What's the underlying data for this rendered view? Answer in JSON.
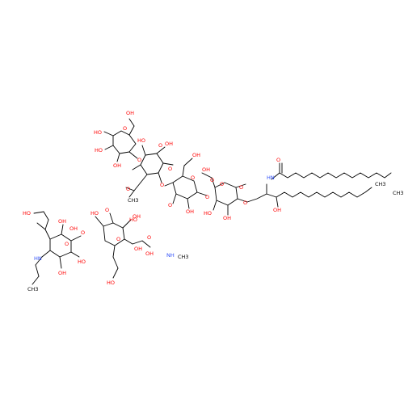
{
  "colors": {
    "background": "#ffffff",
    "bond": "#000000",
    "oxygen": "#ff0000",
    "nitrogen": "#3050f8",
    "carbon": "#000000"
  },
  "labels": [
    {
      "text": "OH",
      "element": "O"
    },
    {
      "text": "HO",
      "element": "O"
    },
    {
      "text": "HO",
      "element": "O"
    },
    {
      "text": "OH",
      "element": "O"
    },
    {
      "text": "HO",
      "element": "O"
    },
    {
      "text": "O",
      "element": "O"
    },
    {
      "text": "O",
      "element": "O"
    },
    {
      "text": "OH",
      "element": "O"
    },
    {
      "text": "O",
      "element": "O"
    },
    {
      "text": "OH",
      "element": "O"
    },
    {
      "text": "O",
      "element": "O"
    },
    {
      "text": "O",
      "element": "O"
    },
    {
      "text": "O",
      "element": "O"
    },
    {
      "text": "OH",
      "element": "O"
    },
    {
      "text": "O",
      "element": "O"
    },
    {
      "text": "O",
      "element": "O"
    },
    {
      "text": "O",
      "element": "O"
    },
    {
      "text": "OH",
      "element": "O"
    },
    {
      "text": "OH",
      "element": "O"
    },
    {
      "text": "HO",
      "element": "O"
    },
    {
      "text": "HO",
      "element": "O"
    },
    {
      "text": "O",
      "element": "O"
    },
    {
      "text": "O",
      "element": "O"
    },
    {
      "text": "O",
      "element": "O"
    },
    {
      "text": "O",
      "element": "O"
    },
    {
      "text": "O",
      "element": "O"
    },
    {
      "text": "HN",
      "element": "N"
    },
    {
      "text": "OH",
      "element": "O"
    },
    {
      "text": "O",
      "element": "O"
    },
    {
      "text": "HO",
      "element": "O"
    },
    {
      "text": "O",
      "element": "O"
    },
    {
      "text": "OH",
      "element": "O"
    },
    {
      "text": "O",
      "element": "O"
    },
    {
      "text": "OH",
      "element": "O"
    },
    {
      "text": "OH",
      "element": "O"
    },
    {
      "text": "HO",
      "element": "O"
    },
    {
      "text": "OH",
      "element": "O"
    },
    {
      "text": "HO",
      "element": "O"
    },
    {
      "text": "O",
      "element": "O"
    },
    {
      "text": "HN",
      "element": "N"
    },
    {
      "text": "OH",
      "element": "O"
    },
    {
      "text": "O",
      "element": "O"
    },
    {
      "text": "HO",
      "element": "O"
    },
    {
      "text": "NH",
      "element": "N"
    },
    {
      "text": "OH",
      "element": "O"
    },
    {
      "text": "CH3",
      "element": "C"
    },
    {
      "text": "CH3",
      "element": "C"
    },
    {
      "text": "CH3",
      "element": "C"
    },
    {
      "text": "CH3",
      "element": "C"
    },
    {
      "text": "CH3",
      "element": "C"
    }
  ]
}
